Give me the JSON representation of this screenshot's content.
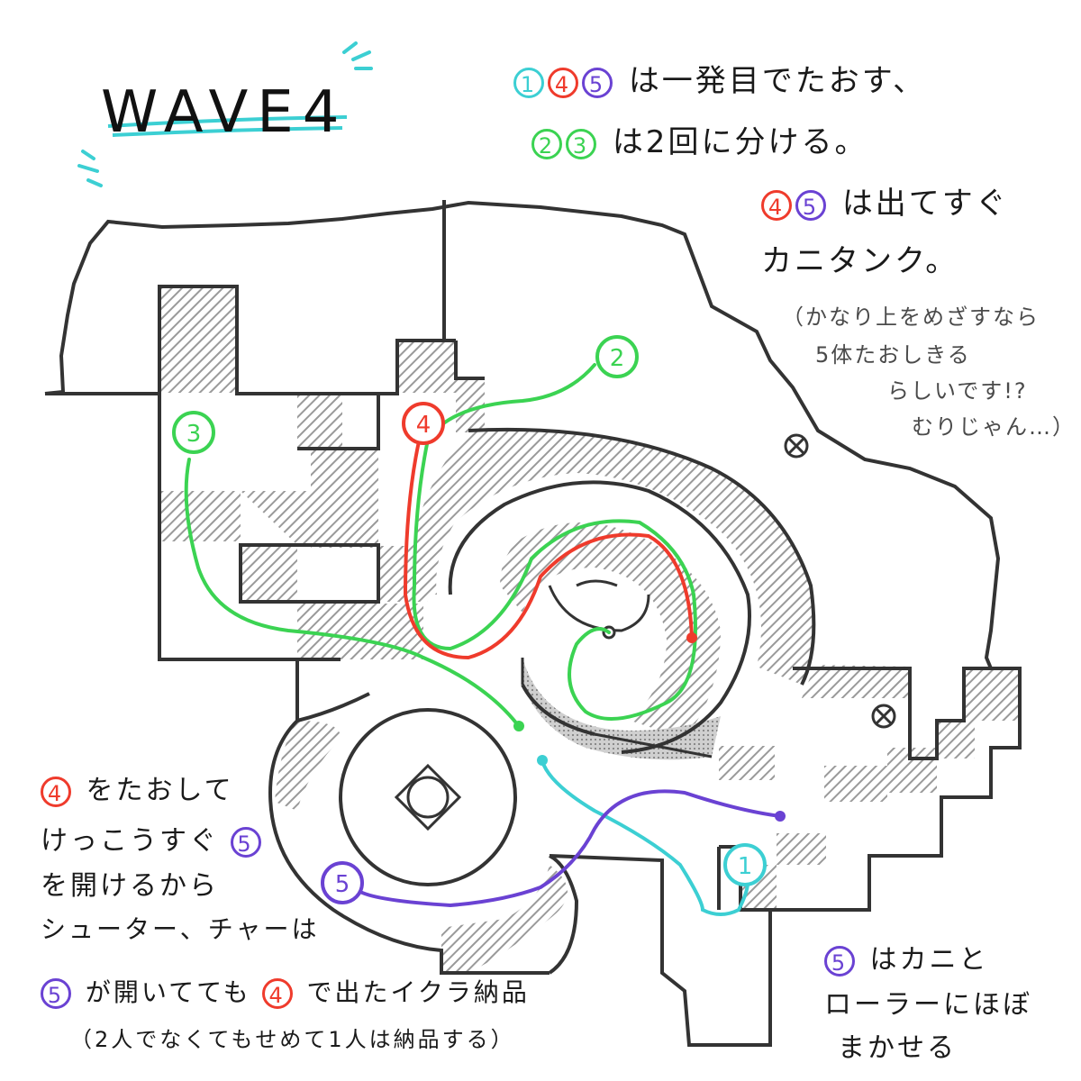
{
  "title": "WAVE4",
  "colors": {
    "route_1": "#3ccfd3",
    "route_2": "#3bd352",
    "route_3": "#3bd352",
    "route_4": "#ef3b2c",
    "route_5": "#6a42d3",
    "wall": "#333333",
    "hatch": "#9a9a9a"
  },
  "notes": {
    "top_line1": {
      "badges": [
        "1",
        "4",
        "5"
      ],
      "text": "は一発目でたおす、"
    },
    "top_line2": {
      "badges": [
        "2",
        "3"
      ],
      "text": "は2回に分ける。"
    },
    "top_line3": {
      "badges": [
        "4",
        "5"
      ],
      "text": "は出てすぐ"
    },
    "top_line4": {
      "text": "カニタンク。"
    },
    "aside": [
      "（かなり上をめざすなら",
      "5体たおしきる",
      "らしいです!?",
      "むりじゃん…）"
    ],
    "left_line1": {
      "badge": "4",
      "text": "をたおして"
    },
    "left_line2": {
      "text": "けっこうすぐ",
      "badge": "5"
    },
    "left_line3": {
      "text": "を開けるから"
    },
    "left_line4": {
      "text": "シューター、チャーは"
    },
    "bottom_line1": {
      "badge_a": "5",
      "text_a": "が開いてても",
      "badge_b": "4",
      "text_b": "で出たイクラ納品"
    },
    "bottom_line2": {
      "text": "（2人でなくてもせめて1人は納品する）"
    },
    "right_line1": {
      "badge": "5",
      "text": "はカニと"
    },
    "right_line2": {
      "text": "ローラーにほぼ"
    },
    "right_line3": {
      "text": "まかせる"
    }
  },
  "routes": [
    {
      "id": "1",
      "color_key": "route_1",
      "label": "1"
    },
    {
      "id": "2",
      "color_key": "route_2",
      "label": "2"
    },
    {
      "id": "3",
      "color_key": "route_3",
      "label": "3"
    },
    {
      "id": "4",
      "color_key": "route_4",
      "label": "4"
    },
    {
      "id": "5",
      "color_key": "route_5",
      "label": "5"
    }
  ],
  "icons": [
    "x-marker-icon",
    "x-marker-icon",
    "basket-icon"
  ]
}
